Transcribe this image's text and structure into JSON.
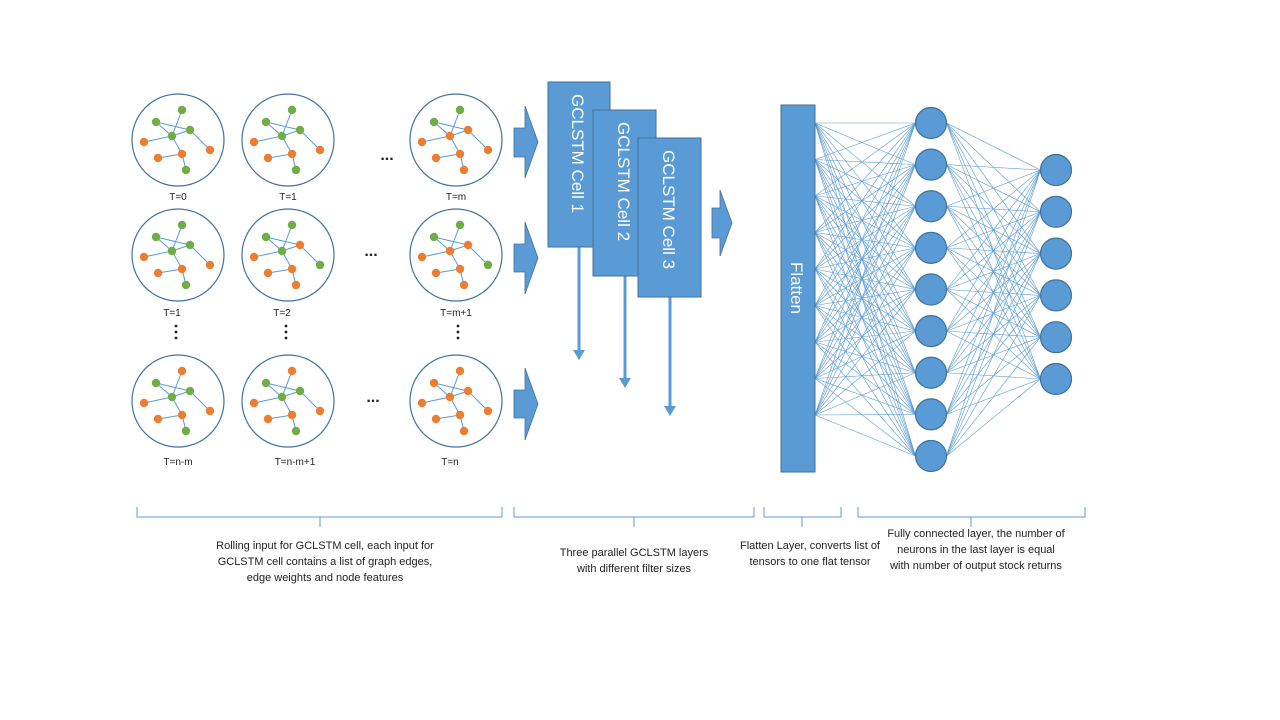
{
  "colors": {
    "blue_fill": "#5b9bd5",
    "blue_stroke": "#41719c",
    "green_node": "#70ad47",
    "orange_node": "#ed7d31",
    "edge": "#5b9bd5"
  },
  "graphs": {
    "labels": [
      "T=0",
      "T=1",
      "T=m",
      "T=1",
      "T=2",
      "T=m+1",
      "T=n-m",
      "T=n-m+1",
      "T=n"
    ],
    "ellipsis": "..."
  },
  "cells": [
    "GCLSTM Cell 1",
    "GCLSTM Cell 2",
    "GCLSTM Cell 3"
  ],
  "flatten_label": "Flatten",
  "network": {
    "hidden_neurons": 9,
    "output_neurons": 6
  },
  "captions": {
    "input": "Rolling input for GCLSTM  cell, each input for GCLSTM  cell contains a list of graph edges, edge weights and node features",
    "gclstm": "Three parallel GCLSTM layers with different filter sizes",
    "flatten": "Flatten Layer, converts list of tensors to one flat tensor",
    "fc": "Fully connected layer, the number of neurons in the  last layer is equal with number of output stock returns"
  }
}
